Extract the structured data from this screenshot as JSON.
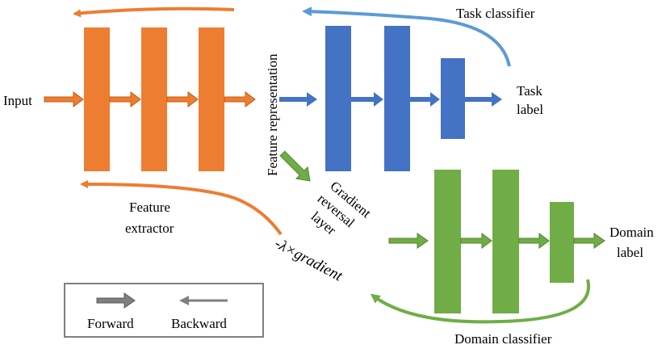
{
  "colors": {
    "feature": "#ed7d31",
    "feature_arrow": "#c55a11",
    "task": "#4472c4",
    "task_back": "#5b9bd5",
    "domain": "#70ad47",
    "domain_arrow": "#548235",
    "legend_forward": "#7f7f7f"
  },
  "labels": {
    "input": "Input",
    "feature_representation": "Feature representation",
    "task_classifier": "Task classifier",
    "task_label_line1": "Task",
    "task_label_line2": "label",
    "feature_extractor_line1": "Feature",
    "feature_extractor_line2": "extractor",
    "grl_line1": "Gradient",
    "grl_line2": "reversal",
    "grl_line3": "layer",
    "domain_label_line1": "Domain",
    "domain_label_line2": "label",
    "domain_classifier": "Domain classifier",
    "neg_lambda_gradient": "-λ×gradient"
  },
  "legend": {
    "forward": "Forward",
    "backward": "Backward"
  }
}
